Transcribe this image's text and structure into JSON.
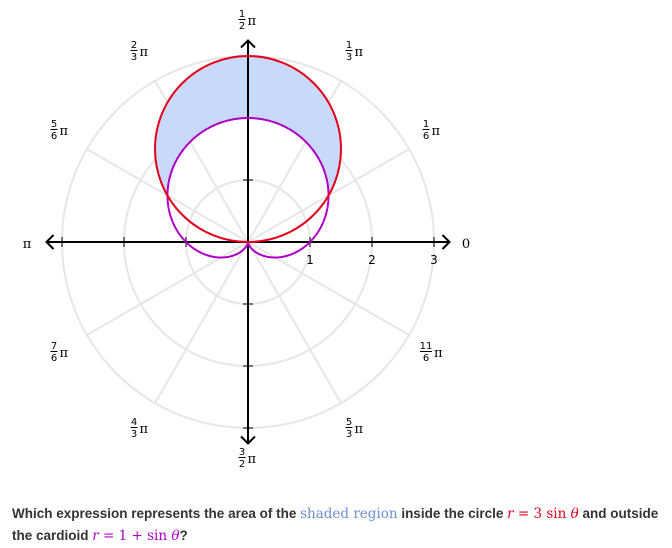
{
  "angle_labels": [
    {
      "id": "0",
      "text": "0"
    },
    {
      "id": "pi-6",
      "num": "1",
      "den": "6",
      "sym": "π"
    },
    {
      "id": "pi-3",
      "num": "1",
      "den": "3",
      "sym": "π"
    },
    {
      "id": "pi-2",
      "num": "1",
      "den": "2",
      "sym": "π"
    },
    {
      "id": "2pi-3",
      "num": "2",
      "den": "3",
      "sym": "π"
    },
    {
      "id": "5pi-6",
      "num": "5",
      "den": "6",
      "sym": "π"
    },
    {
      "id": "pi",
      "text": "π"
    },
    {
      "id": "7pi-6",
      "num": "7",
      "den": "6",
      "sym": "π"
    },
    {
      "id": "4pi-3",
      "num": "4",
      "den": "3",
      "sym": "π"
    },
    {
      "id": "3pi-2",
      "num": "3",
      "den": "2",
      "sym": "π"
    },
    {
      "id": "5pi-3",
      "num": "5",
      "den": "3",
      "sym": "π"
    },
    {
      "id": "11pi-6",
      "num": "11",
      "den": "6",
      "sym": "π"
    }
  ],
  "radial_ticks": [
    "1",
    "2",
    "3"
  ],
  "curves": {
    "circle": {
      "r_max": 3,
      "color": "#e3001b"
    },
    "cardioid": {
      "color": "#b000c8"
    },
    "shaded_fill": "#c9d9fb"
  },
  "question": {
    "prefix": "Which expression represents the area of the ",
    "shaded": "shaded region",
    "middle": " inside the circle ",
    "circle_lhs": "r",
    "circle_eq": " = 3 ",
    "circle_fn": "sin",
    "circle_arg": " θ",
    "middle2": " and outside the cardioid ",
    "card_lhs": "r",
    "card_eq": " = 1 + ",
    "card_fn": "sin",
    "card_arg": " θ",
    "suffix": "?"
  }
}
